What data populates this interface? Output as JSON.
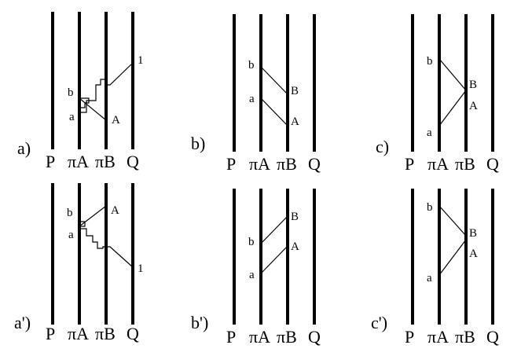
{
  "axis_labels": [
    "P",
    "πA",
    "πB",
    "Q"
  ],
  "panels": [
    {
      "label": "a)",
      "points": {
        "b": "b",
        "a": "a",
        "A": "A",
        "one": "1"
      }
    },
    {
      "label": "b)",
      "points": {
        "b": "b",
        "a": "a",
        "B": "B",
        "A": "A"
      }
    },
    {
      "label": "c)",
      "points": {
        "b": "b",
        "a": "a",
        "B": "B",
        "A": "A"
      }
    },
    {
      "label": "a')",
      "points": {
        "b": "b",
        "a": "a",
        "A": "A",
        "one": "1"
      }
    },
    {
      "label": "b')",
      "points": {
        "b": "b",
        "a": "a",
        "B": "B",
        "A": "A"
      }
    },
    {
      "label": "c')",
      "points": {
        "b": "b",
        "a": "a",
        "B": "B",
        "A": "A"
      }
    }
  ]
}
